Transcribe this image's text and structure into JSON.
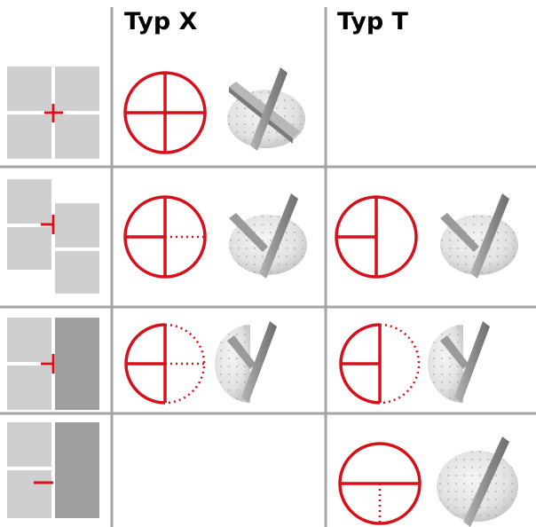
{
  "headers": {
    "col_x": "Typ X",
    "col_t": "Typ T"
  },
  "colors": {
    "accent_red": "#d6111b",
    "grid_line": "#a4a4a4",
    "tile_light": "#cfcfcf",
    "tile_dark": "#9e9e9e",
    "spike_gray": "#8e8e8e"
  },
  "rows": [
    {
      "layout": "four-tile-cross",
      "typ_x": {
        "symbol": "circle-full-cross",
        "icon": "x-spacer-disc-icon"
      },
      "typ_t": null
    },
    {
      "layout": "offset-tiles-t",
      "typ_x": {
        "symbol": "circle-cross-right-dotted",
        "icon": "t-spacer-disc-icon"
      },
      "typ_t": {
        "symbol": "circle-t-right-empty",
        "icon": "t-spacer-disc-icon"
      }
    },
    {
      "layout": "tiles-with-wall-t",
      "typ_x": {
        "symbol": "half-circle-cross-dotted",
        "icon": "t-spacer-half-icon"
      },
      "typ_t": {
        "symbol": "half-circle-t-dotted",
        "icon": "t-spacer-half-icon"
      }
    },
    {
      "layout": "tile-wall-line",
      "typ_x": null,
      "typ_t": {
        "symbol": "circle-bottom-dotted",
        "icon": "t-spacer-disc-icon"
      }
    }
  ]
}
